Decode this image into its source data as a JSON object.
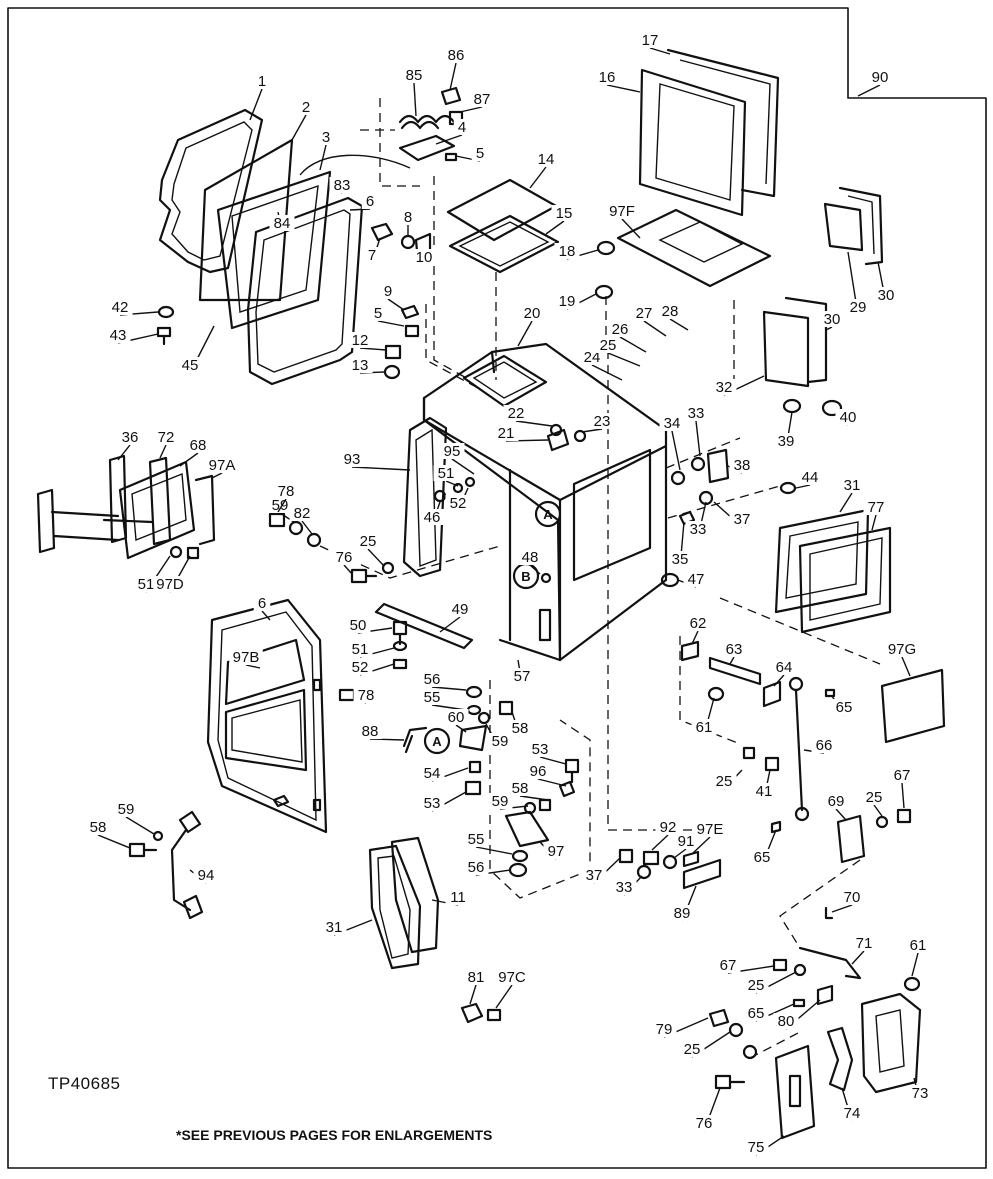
{
  "diagram": {
    "figure_id": "TP40685",
    "footnote": "*SEE PREVIOUS PAGES FOR ENLARGEMENTS",
    "callouts": [
      {
        "id": "c1",
        "label": "1"
      },
      {
        "id": "c2",
        "label": "2"
      },
      {
        "id": "c3",
        "label": "3"
      },
      {
        "id": "c4",
        "label": "4"
      },
      {
        "id": "c5a",
        "label": "5"
      },
      {
        "id": "c5b",
        "label": "5"
      },
      {
        "id": "c6a",
        "label": "6"
      },
      {
        "id": "c6b",
        "label": "6"
      },
      {
        "id": "c7",
        "label": "7"
      },
      {
        "id": "c8",
        "label": "8"
      },
      {
        "id": "c9",
        "label": "9"
      },
      {
        "id": "c10",
        "label": "10"
      },
      {
        "id": "c11",
        "label": "11"
      },
      {
        "id": "c12",
        "label": "12"
      },
      {
        "id": "c13",
        "label": "13"
      },
      {
        "id": "c14",
        "label": "14"
      },
      {
        "id": "c15",
        "label": "15"
      },
      {
        "id": "c16",
        "label": "16"
      },
      {
        "id": "c17",
        "label": "17"
      },
      {
        "id": "c18",
        "label": "18"
      },
      {
        "id": "c19",
        "label": "19"
      },
      {
        "id": "c20",
        "label": "20"
      },
      {
        "id": "c21",
        "label": "21"
      },
      {
        "id": "c22",
        "label": "22"
      },
      {
        "id": "c23",
        "label": "23"
      },
      {
        "id": "c24",
        "label": "24"
      },
      {
        "id": "c25a",
        "label": "25"
      },
      {
        "id": "c25b",
        "label": "25"
      },
      {
        "id": "c25c",
        "label": "25"
      },
      {
        "id": "c25d",
        "label": "25"
      },
      {
        "id": "c25e",
        "label": "25"
      },
      {
        "id": "c25f",
        "label": "25"
      },
      {
        "id": "c26",
        "label": "26"
      },
      {
        "id": "c27",
        "label": "27"
      },
      {
        "id": "c28",
        "label": "28"
      },
      {
        "id": "c29",
        "label": "29"
      },
      {
        "id": "c30a",
        "label": "30"
      },
      {
        "id": "c30b",
        "label": "30"
      },
      {
        "id": "c31a",
        "label": "31"
      },
      {
        "id": "c31b",
        "label": "31"
      },
      {
        "id": "c32",
        "label": "32"
      },
      {
        "id": "c33a",
        "label": "33"
      },
      {
        "id": "c33b",
        "label": "33"
      },
      {
        "id": "c33c",
        "label": "33"
      },
      {
        "id": "c34",
        "label": "34"
      },
      {
        "id": "c35",
        "label": "35"
      },
      {
        "id": "c36",
        "label": "36"
      },
      {
        "id": "c37a",
        "label": "37"
      },
      {
        "id": "c37b",
        "label": "37"
      },
      {
        "id": "c38",
        "label": "38"
      },
      {
        "id": "c39",
        "label": "39"
      },
      {
        "id": "c40",
        "label": "40"
      },
      {
        "id": "c41",
        "label": "41"
      },
      {
        "id": "c42",
        "label": "42"
      },
      {
        "id": "c43",
        "label": "43"
      },
      {
        "id": "c44",
        "label": "44"
      },
      {
        "id": "c45",
        "label": "45"
      },
      {
        "id": "c46",
        "label": "46"
      },
      {
        "id": "c47",
        "label": "47"
      },
      {
        "id": "c48",
        "label": "48"
      },
      {
        "id": "c49",
        "label": "49"
      },
      {
        "id": "c50",
        "label": "50"
      },
      {
        "id": "c51a",
        "label": "51"
      },
      {
        "id": "c51b",
        "label": "51"
      },
      {
        "id": "c51c",
        "label": "51"
      },
      {
        "id": "c52a",
        "label": "52"
      },
      {
        "id": "c52b",
        "label": "52"
      },
      {
        "id": "c53a",
        "label": "53"
      },
      {
        "id": "c53b",
        "label": "53"
      },
      {
        "id": "c54",
        "label": "54"
      },
      {
        "id": "c55a",
        "label": "55"
      },
      {
        "id": "c55b",
        "label": "55"
      },
      {
        "id": "c56a",
        "label": "56"
      },
      {
        "id": "c56b",
        "label": "56"
      },
      {
        "id": "c57",
        "label": "57"
      },
      {
        "id": "c58a",
        "label": "58"
      },
      {
        "id": "c58b",
        "label": "58"
      },
      {
        "id": "c58c",
        "label": "58"
      },
      {
        "id": "c59a",
        "label": "59"
      },
      {
        "id": "c59b",
        "label": "59"
      },
      {
        "id": "c59c",
        "label": "59"
      },
      {
        "id": "c59d",
        "label": "59"
      },
      {
        "id": "c60",
        "label": "60"
      },
      {
        "id": "c61a",
        "label": "61"
      },
      {
        "id": "c61b",
        "label": "61"
      },
      {
        "id": "c62",
        "label": "62"
      },
      {
        "id": "c63",
        "label": "63"
      },
      {
        "id": "c64",
        "label": "64"
      },
      {
        "id": "c65a",
        "label": "65"
      },
      {
        "id": "c65b",
        "label": "65"
      },
      {
        "id": "c65c",
        "label": "65"
      },
      {
        "id": "c66",
        "label": "66"
      },
      {
        "id": "c67a",
        "label": "67"
      },
      {
        "id": "c67b",
        "label": "67"
      },
      {
        "id": "c68",
        "label": "68"
      },
      {
        "id": "c69",
        "label": "69"
      },
      {
        "id": "c70",
        "label": "70"
      },
      {
        "id": "c71",
        "label": "71"
      },
      {
        "id": "c72",
        "label": "72"
      },
      {
        "id": "c73",
        "label": "73"
      },
      {
        "id": "c74",
        "label": "74"
      },
      {
        "id": "c75",
        "label": "75"
      },
      {
        "id": "c76a",
        "label": "76"
      },
      {
        "id": "c76b",
        "label": "76"
      },
      {
        "id": "c77",
        "label": "77"
      },
      {
        "id": "c78a",
        "label": "78"
      },
      {
        "id": "c78b",
        "label": "78"
      },
      {
        "id": "c79",
        "label": "79"
      },
      {
        "id": "c80",
        "label": "80"
      },
      {
        "id": "c81",
        "label": "81"
      },
      {
        "id": "c82",
        "label": "82"
      },
      {
        "id": "c83",
        "label": "83"
      },
      {
        "id": "c84",
        "label": "84"
      },
      {
        "id": "c85",
        "label": "85"
      },
      {
        "id": "c86",
        "label": "86"
      },
      {
        "id": "c87",
        "label": "87"
      },
      {
        "id": "c88",
        "label": "88"
      },
      {
        "id": "c89",
        "label": "89"
      },
      {
        "id": "c90",
        "label": "90"
      },
      {
        "id": "c91",
        "label": "91"
      },
      {
        "id": "c92",
        "label": "92"
      },
      {
        "id": "c93",
        "label": "93"
      },
      {
        "id": "c94",
        "label": "94"
      },
      {
        "id": "c95",
        "label": "95"
      },
      {
        "id": "c96",
        "label": "96"
      },
      {
        "id": "c97",
        "label": "97"
      },
      {
        "id": "c97a",
        "label": "97A"
      },
      {
        "id": "c97b",
        "label": "97B"
      },
      {
        "id": "c97c",
        "label": "97C"
      },
      {
        "id": "c97d",
        "label": "97D"
      },
      {
        "id": "c97e",
        "label": "97E"
      },
      {
        "id": "c97f",
        "label": "97F"
      },
      {
        "id": "c97g",
        "label": "97G"
      }
    ],
    "reference_marks": [
      {
        "id": "refA1",
        "label": "A"
      },
      {
        "id": "refA2",
        "label": "A"
      },
      {
        "id": "refB",
        "label": "B"
      }
    ]
  }
}
